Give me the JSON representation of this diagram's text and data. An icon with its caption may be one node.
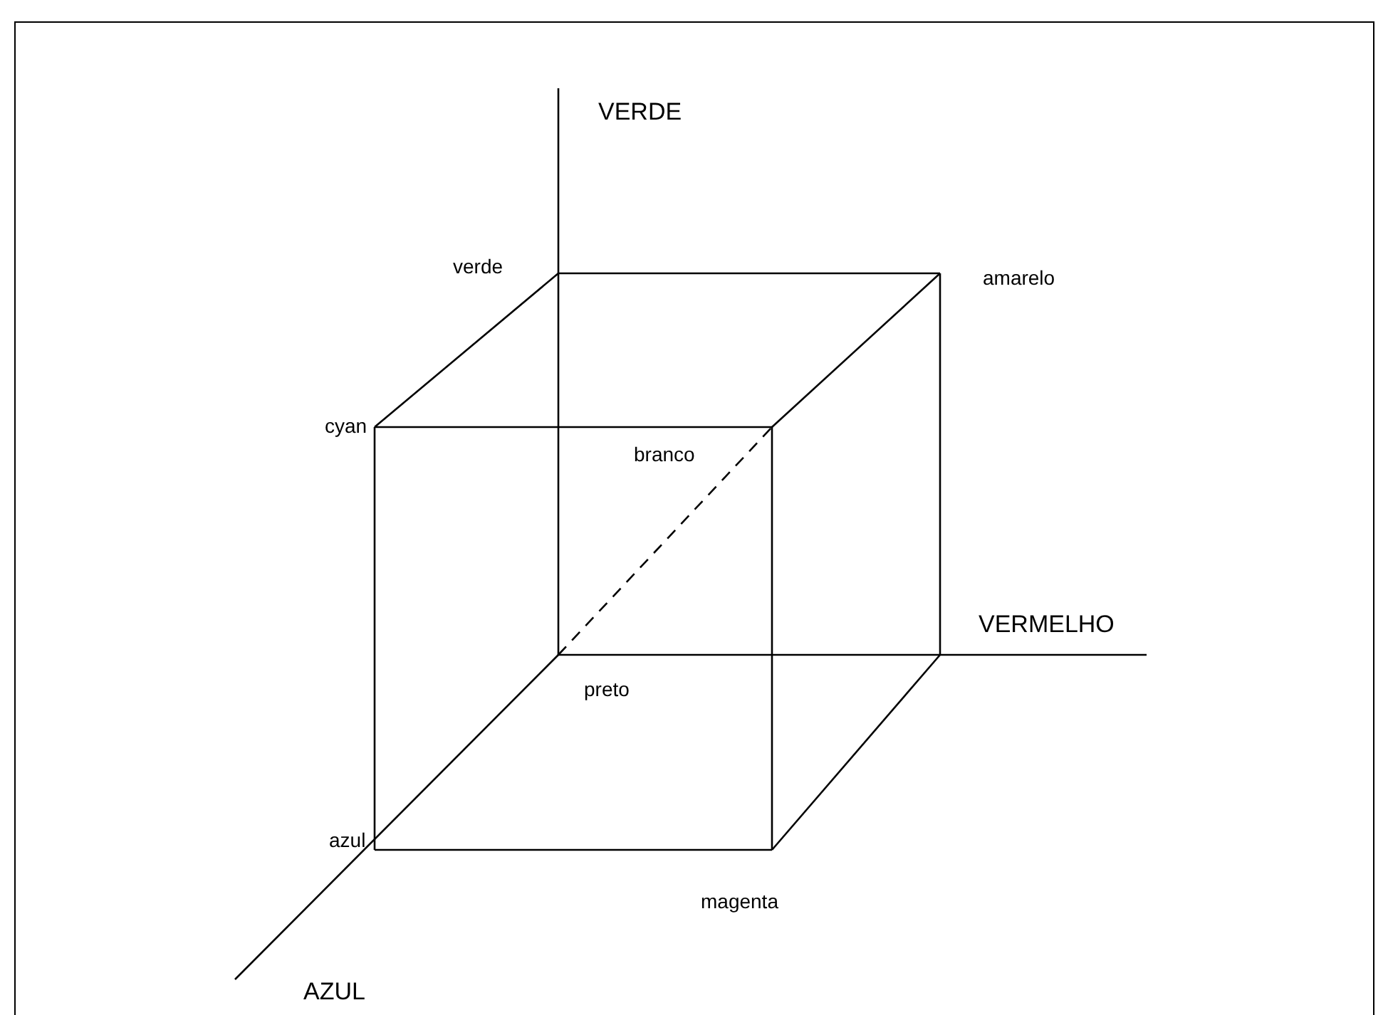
{
  "diagram": {
    "labels": [
      "VERDE",
      "verde",
      "amarelo",
      "cyan",
      "branco",
      "VERMELHO",
      "preto",
      "azul",
      "magenta",
      "AZUL"
    ]
  }
}
